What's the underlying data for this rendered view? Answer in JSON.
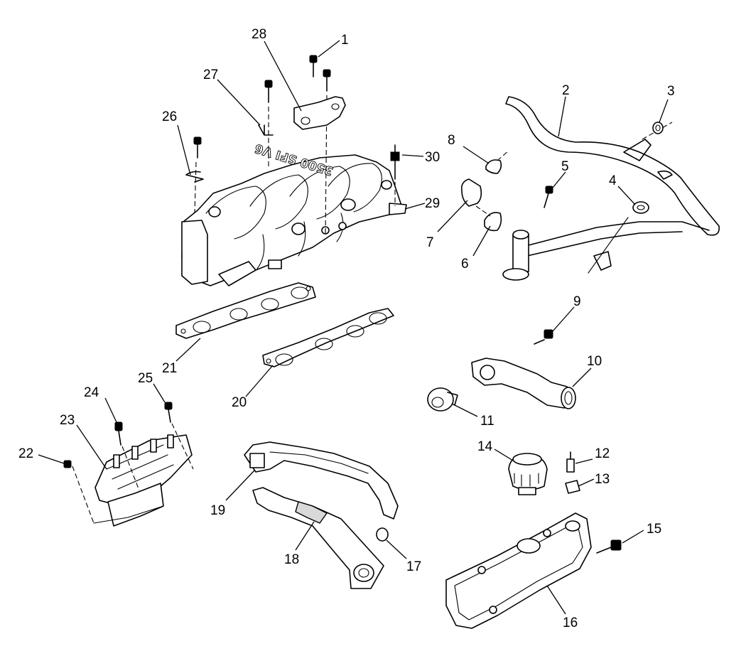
{
  "diagram": {
    "callouts": [
      {
        "id": "1",
        "text": "1"
      },
      {
        "id": "2",
        "text": "2"
      },
      {
        "id": "3",
        "text": "3"
      },
      {
        "id": "4",
        "text": "4"
      },
      {
        "id": "5",
        "text": "5"
      },
      {
        "id": "6",
        "text": "6"
      },
      {
        "id": "7",
        "text": "7"
      },
      {
        "id": "8",
        "text": "8"
      },
      {
        "id": "9",
        "text": "9"
      },
      {
        "id": "10",
        "text": "10"
      },
      {
        "id": "11",
        "text": "11"
      },
      {
        "id": "12",
        "text": "12"
      },
      {
        "id": "13",
        "text": "13"
      },
      {
        "id": "14",
        "text": "14"
      },
      {
        "id": "15",
        "text": "15"
      },
      {
        "id": "16",
        "text": "16"
      },
      {
        "id": "17",
        "text": "17"
      },
      {
        "id": "18",
        "text": "18"
      },
      {
        "id": "19",
        "text": "19"
      },
      {
        "id": "20",
        "text": "20"
      },
      {
        "id": "21",
        "text": "21"
      },
      {
        "id": "22",
        "text": "22"
      },
      {
        "id": "23",
        "text": "23"
      },
      {
        "id": "24",
        "text": "24"
      },
      {
        "id": "25",
        "text": "25"
      },
      {
        "id": "26",
        "text": "26"
      },
      {
        "id": "27",
        "text": "27"
      },
      {
        "id": "28",
        "text": "28"
      },
      {
        "id": "29",
        "text": "29"
      },
      {
        "id": "30",
        "text": "30"
      }
    ],
    "manifold_lettering": "3500 SFI V6"
  }
}
